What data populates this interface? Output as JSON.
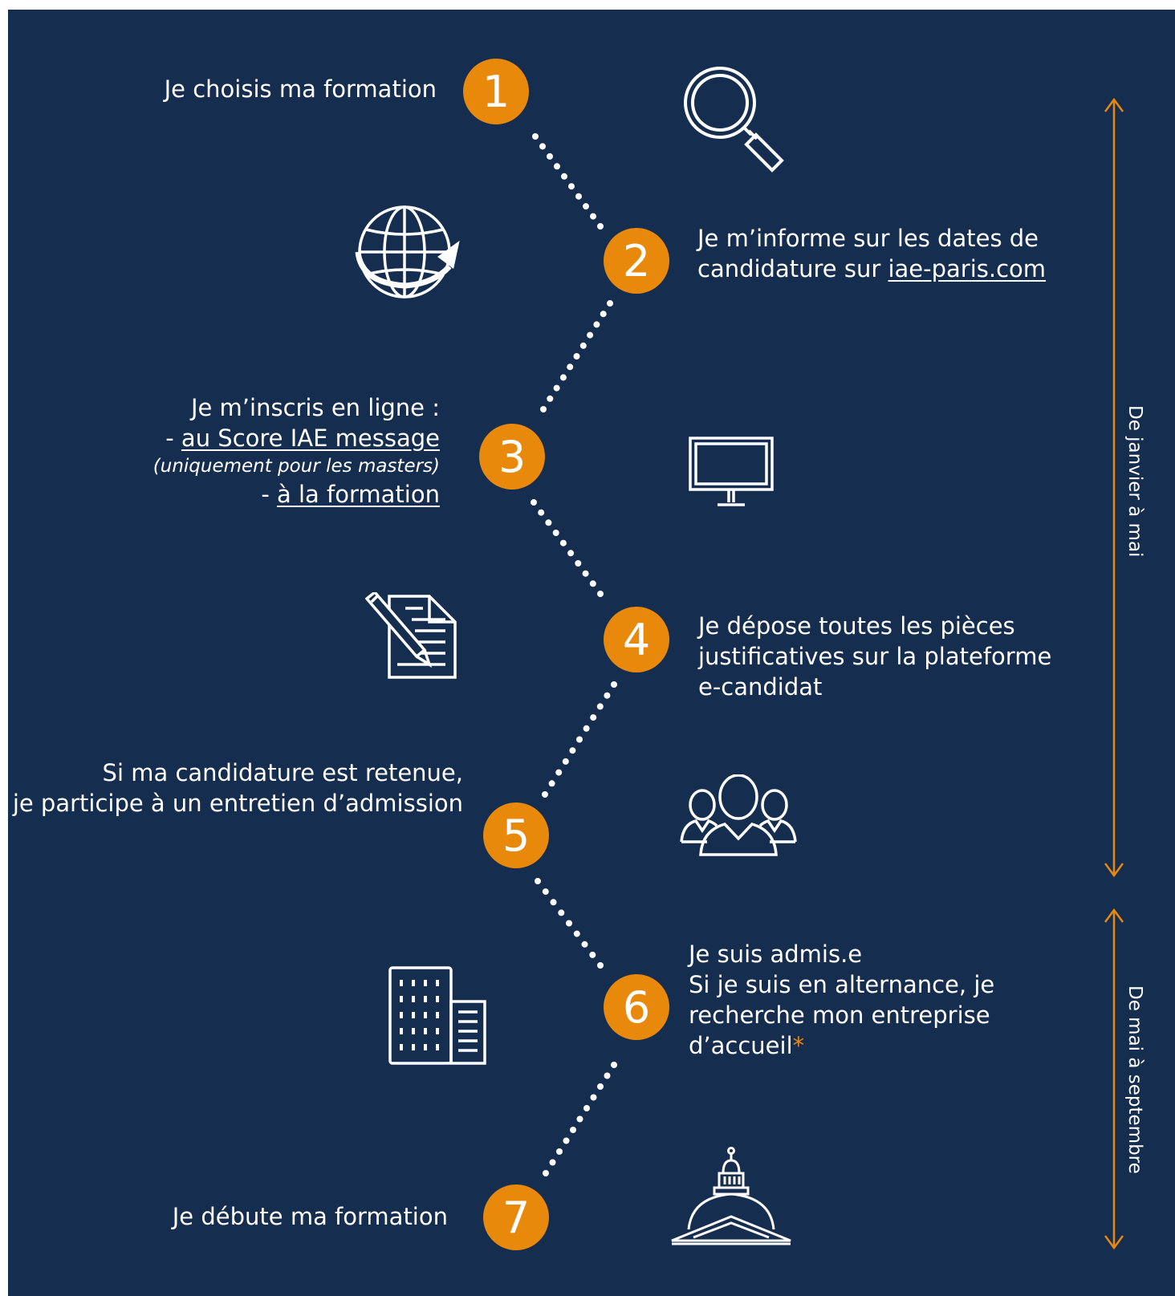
{
  "steps": [
    {
      "number": "1",
      "text": "Je choisis ma formation",
      "icon": "magnifier-icon"
    },
    {
      "number": "2",
      "text": "Je m’informe sur les dates de",
      "text2": "candidature sur ",
      "link": "iae-paris.com",
      "icon": "globe-icon"
    },
    {
      "number": "3",
      "text": "Je m’inscris en ligne :",
      "line2_prefix": "- ",
      "line2_link": "au Score  IAE message",
      "line3": "(uniquement pour les masters)",
      "line4_prefix": "- ",
      "line4_link": "à la formation",
      "icon": "monitor-icon"
    },
    {
      "number": "4",
      "line1": "Je dépose toutes les pièces",
      "line2": "justificatives sur la plateforme",
      "line3": "e-candidat",
      "icon": "document-pen-icon"
    },
    {
      "number": "5",
      "line1": "Si ma candidature est retenue,",
      "line2": "je participe à un entretien d’admission",
      "icon": "people-group-icon"
    },
    {
      "number": "6",
      "line1": "Je suis admis.e",
      "line2": "Si je suis en alternance, je",
      "line3": "recherche mon entreprise",
      "line4": "d’accueil",
      "star": "*",
      "icon": "office-building-icon"
    },
    {
      "number": "7",
      "text": "Je débute ma formation",
      "icon": "dome-building-icon"
    }
  ],
  "periods": [
    {
      "label": "De janvier à mai"
    },
    {
      "label": "De mai à septembre"
    }
  ],
  "colors": {
    "background": "#152d4e",
    "accent": "#e8890c",
    "text": "#ffffff"
  }
}
